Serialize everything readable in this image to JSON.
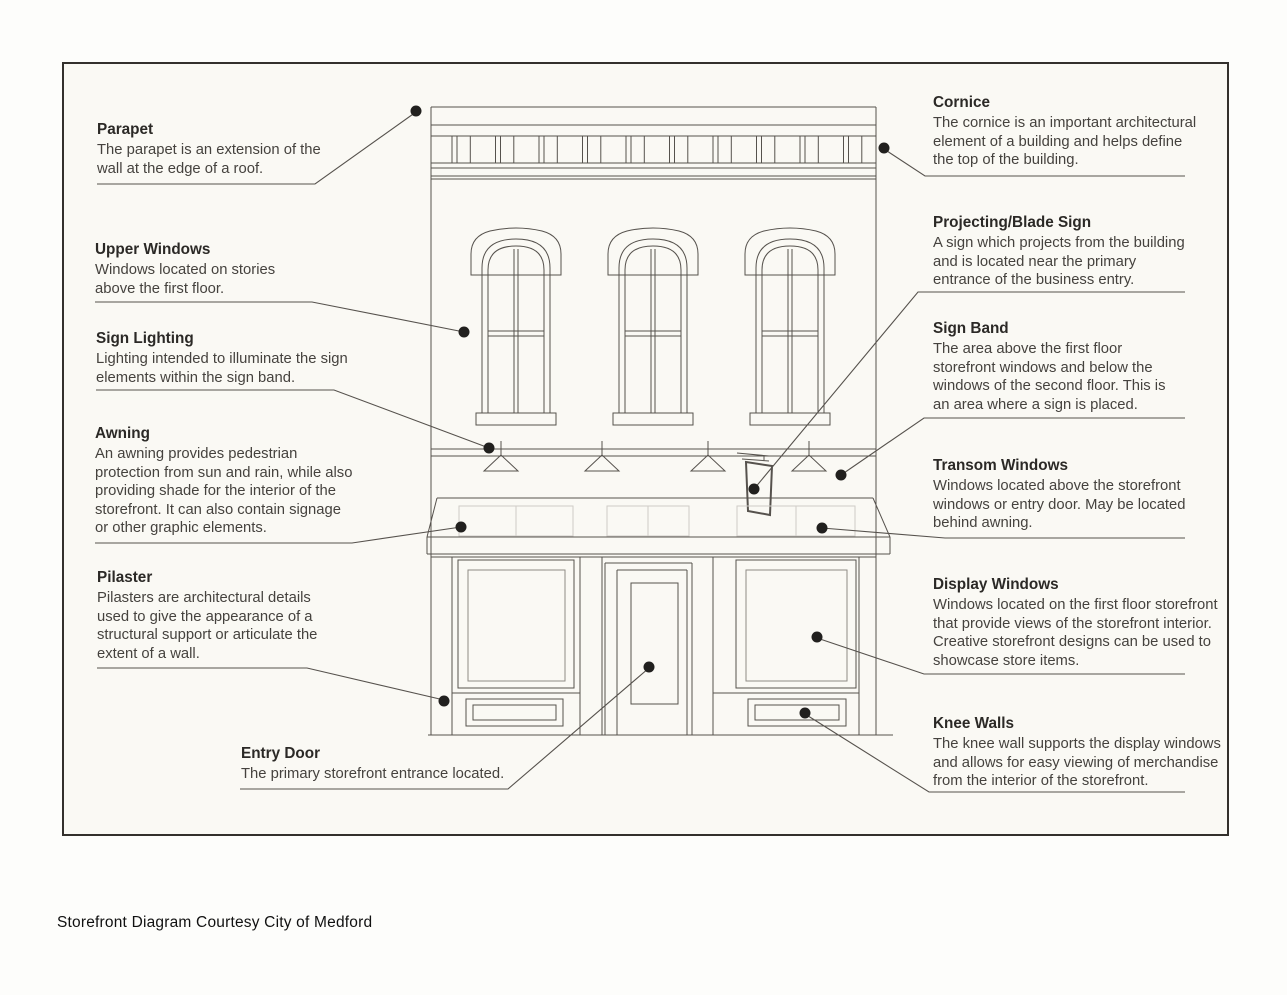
{
  "page": {
    "caption": "Storefront Diagram Courtesy City of Medford",
    "colors": {
      "background": "#fdfdfb",
      "panel": "#faf9f4",
      "line": "#56524d",
      "line_faint": "#cfccc6",
      "frame_inner": "#8f8b85",
      "dot": "#21201e",
      "text": "#45423e",
      "heading": "#2b2926",
      "border": "#33302c",
      "caption": "#111111"
    }
  },
  "labels": {
    "parapet": {
      "title": "Parapet",
      "body": "The parapet is an extension of the wall at the edge of a roof."
    },
    "upper_windows": {
      "title": "Upper Windows",
      "body": "Windows located on stories above the first floor."
    },
    "sign_lighting": {
      "title": "Sign Lighting",
      "body": "Lighting intended to illuminate the sign elements within the sign band."
    },
    "awning": {
      "title": "Awning",
      "body": "An awning provides pedestrian protection from sun and rain, while also providing shade for the interior of the storefront. It can also contain signage or other graphic elements."
    },
    "pilaster": {
      "title": "Pilaster",
      "body": "Pilasters are architectural details used to give the appearance of a structural support or articulate the extent of a wall."
    },
    "entry_door": {
      "title": "Entry Door",
      "body": "The primary storefront entrance located."
    },
    "cornice": {
      "title": "Cornice",
      "body": "The cornice is an important architectural element of a building and helps define the top of the building."
    },
    "projecting_blade_sign": {
      "title": "Projecting/Blade Sign",
      "body": "A sign which projects from the building and is located near the primary entrance of the business entry."
    },
    "sign_band": {
      "title": "Sign Band",
      "body": "The area above the first floor storefront windows and below the windows of the second floor. This is an area where a sign is placed."
    },
    "transom_windows": {
      "title": "Transom Windows",
      "body": "Windows located above the storefront windows or entry door. May be located behind awning."
    },
    "display_windows": {
      "title": "Display Windows",
      "body": "Windows located on the first floor storefront that provide views of the storefront interior. Creative storefront designs can be used to showcase store items."
    },
    "knee_walls": {
      "title": "Knee Walls",
      "body": "The knee wall supports the display windows and allows for easy viewing of merchandise from the interior of the storefront."
    }
  }
}
